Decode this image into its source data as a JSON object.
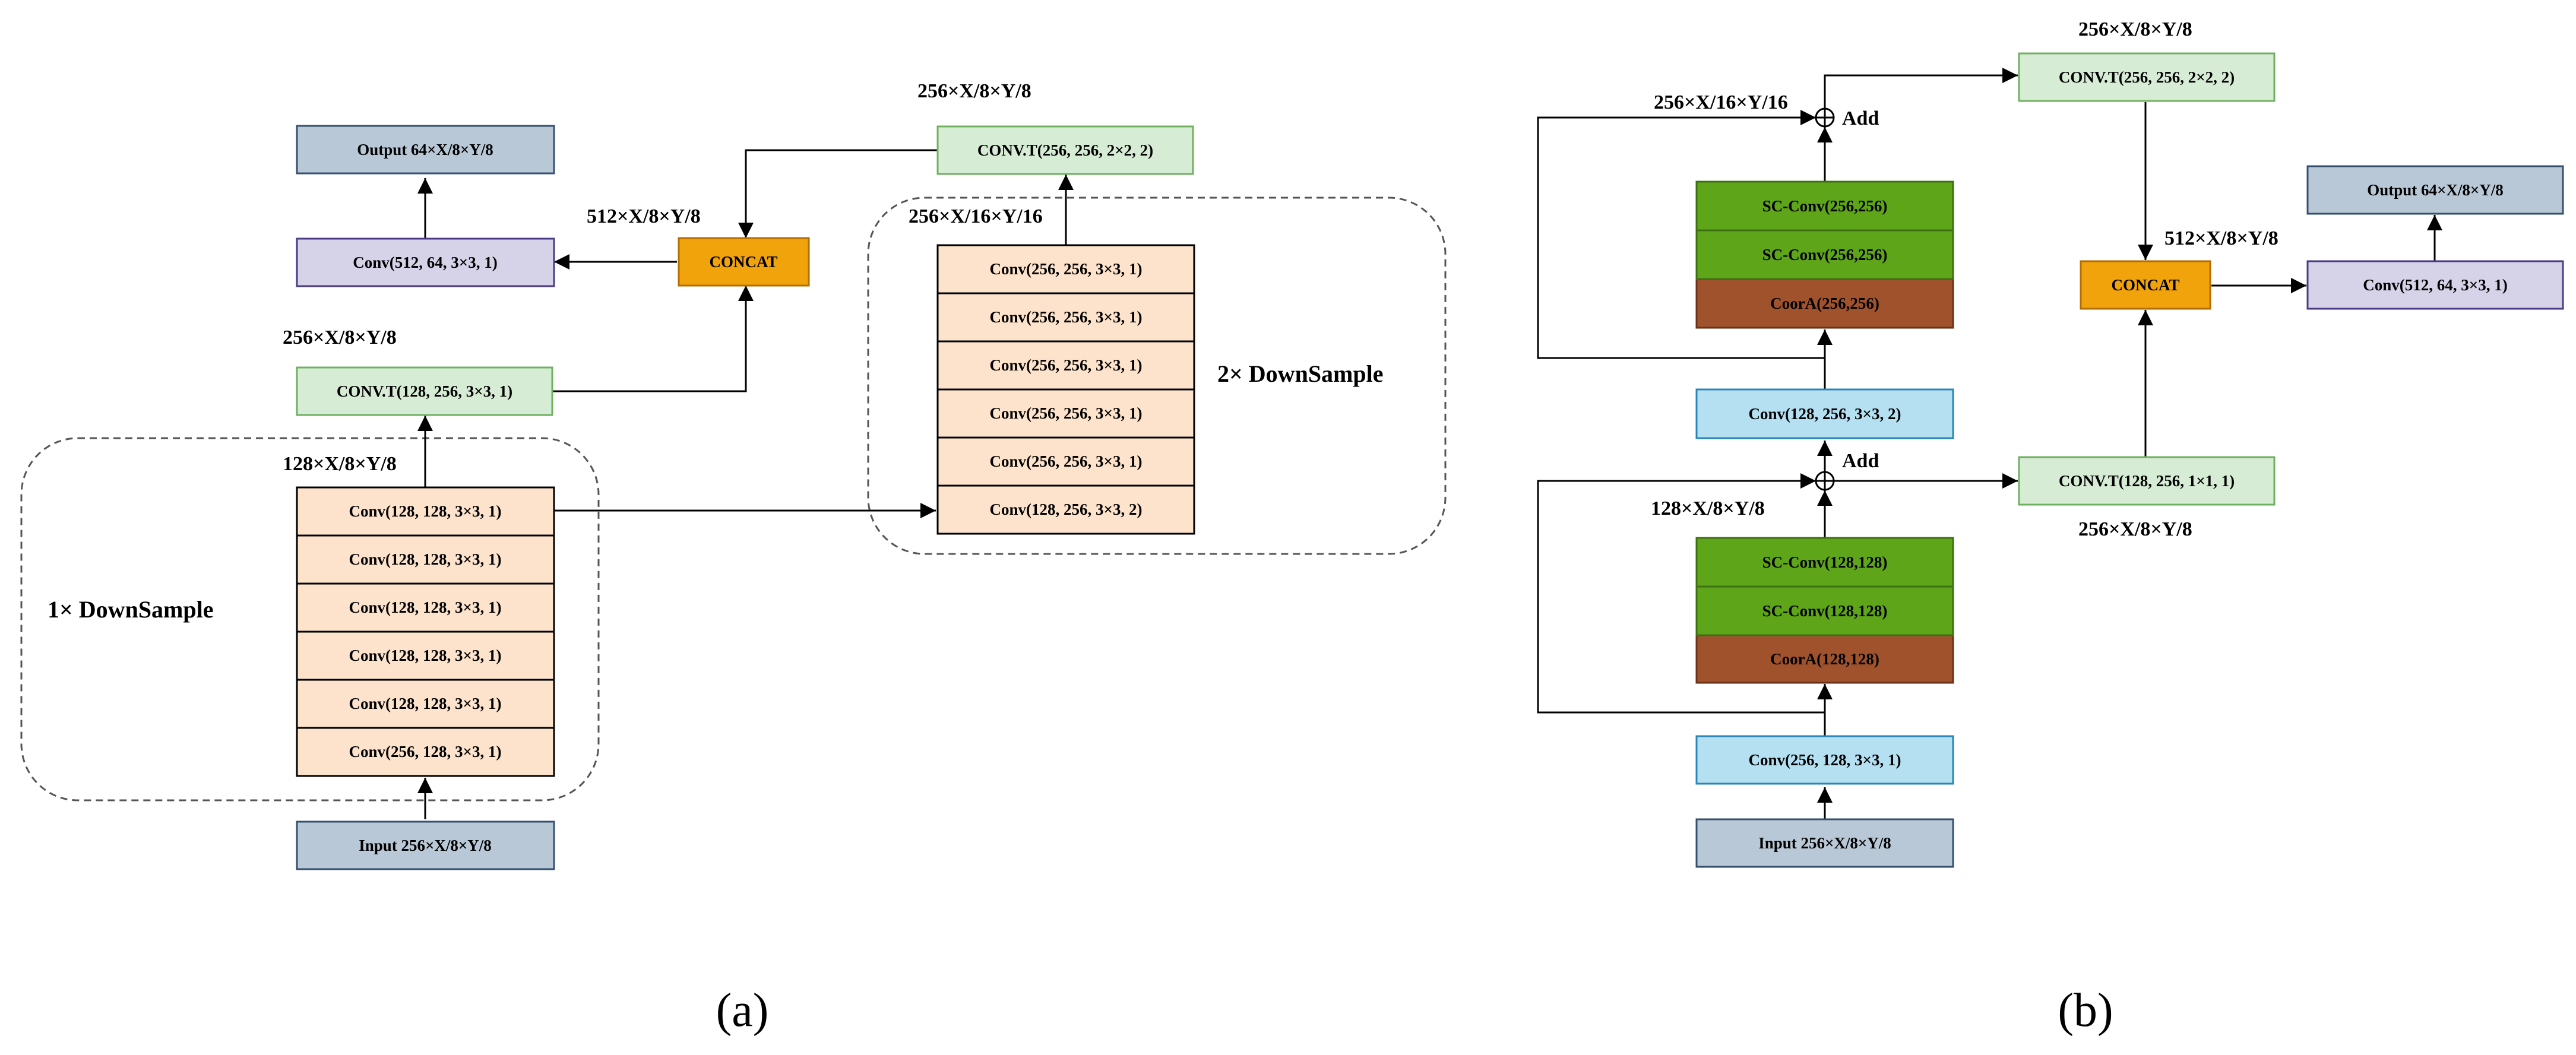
{
  "colors": {
    "gray_blue": "#b9c8d6",
    "purple": "#d6d2e8",
    "light_green": "#d7ecd5",
    "orange": "#f0a30a",
    "peach": "#fde3cb",
    "light_blue": "#b4e0f2",
    "green": "#5ea51a",
    "brown": "#a0522d",
    "stroke": "#000000"
  },
  "panel_a": {
    "caption": "(a)",
    "output": "Output 64×X/8×Y/8",
    "conv_out": "Conv(512, 64, 3×3, 1)",
    "concat": "CONCAT",
    "convt_top": "CONV.T(256, 256, 2×2, 2)",
    "convt_mid": "CONV.T(128, 256, 3×3, 1)",
    "input": "Input 256×X/8×Y/8",
    "label_concat": "512×X/8×Y/8",
    "label_convt_top": "256×X/8×Y/8",
    "label_convt_mid": "256×X/8×Y/8",
    "label_down1": "128×X/8×Y/8",
    "label_down2": "256×X/16×Y/16",
    "group1_label": "1× DownSample",
    "group2_label": "2× DownSample",
    "down1_layers": [
      "Conv(128, 128, 3×3, 1)",
      "Conv(128, 128, 3×3, 1)",
      "Conv(128, 128, 3×3, 1)",
      "Conv(128, 128, 3×3, 1)",
      "Conv(128, 128, 3×3, 1)",
      "Conv(256, 128, 3×3, 1)"
    ],
    "down2_layers": [
      "Conv(256, 256, 3×3, 1)",
      "Conv(256, 256, 3×3, 1)",
      "Conv(256, 256, 3×3, 1)",
      "Conv(256, 256, 3×3, 1)",
      "Conv(256, 256, 3×3, 1)",
      "Conv(128, 256, 3×3, 2)"
    ]
  },
  "panel_b": {
    "caption": "(b)",
    "label_top": "256×X/8×Y/8",
    "convt_top": "CONV.T(256, 256, 2×2, 2)",
    "label_add_top": "256×X/16×Y/16",
    "add_top": "Add",
    "sc_256_a": "SC-Conv(256,256)",
    "sc_256_b": "SC-Conv(256,256)",
    "coora_256": "CoorA(256,256)",
    "conv_128_256": "Conv(128, 256, 3×3, 2)",
    "add_bottom": "Add",
    "label_add_bottom": "128×X/8×Y/8",
    "sc_128_a": "SC-Conv(128,128)",
    "sc_128_b": "SC-Conv(128,128)",
    "coora_128": "CoorA(128,128)",
    "conv_256_128": "Conv(256, 128, 3×3, 1)",
    "input": "Input 256×X/8×Y/8",
    "output": "Output 64×X/8×Y/8",
    "conv_out": "Conv(512, 64, 3×3, 1)",
    "concat": "CONCAT",
    "label_concat": "512×X/8×Y/8",
    "convt_bottom": "CONV.T(128, 256, 1×1, 1)",
    "label_convt_bottom": "256×X/8×Y/8"
  }
}
